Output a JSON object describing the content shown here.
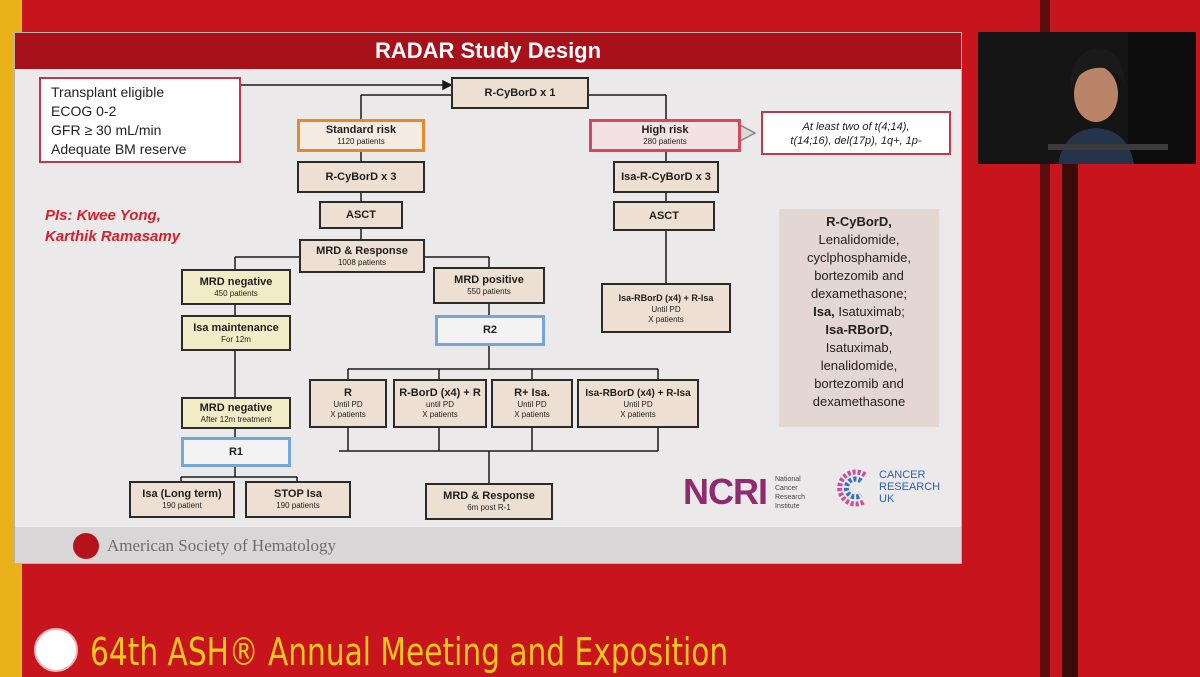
{
  "slide": {
    "title": "RADAR Study Design",
    "eligibility": [
      "Transplant eligible",
      "ECOG 0-2",
      "GFR ≥ 30 mL/min",
      "Adequate BM reserve"
    ],
    "pis": [
      "PIs: Kwee Yong,",
      "Karthik Ramasamy"
    ],
    "high_risk_note": [
      "At least two of t(4;14),",
      "t(14;16), del(17p), 1q+, 1p-"
    ],
    "boxes": {
      "induction": {
        "title": "R-CyBorD x 1"
      },
      "standard_risk": {
        "title": "Standard risk",
        "sub": "1120 patients"
      },
      "high_risk": {
        "title": "High risk",
        "sub": "280 patients"
      },
      "sr_rcybord": {
        "title": "R-CyBorD x 3"
      },
      "hr_isa": {
        "title": "Isa-R-CyBorD x 3"
      },
      "sr_asct": {
        "title": "ASCT"
      },
      "hr_asct": {
        "title": "ASCT"
      },
      "mrd_response": {
        "title": "MRD & Response",
        "sub": "1008 patients"
      },
      "mrd_negative": {
        "title": "MRD negative",
        "sub": "450 patients"
      },
      "mrd_positive": {
        "title": "MRD positive",
        "sub": "550 patients"
      },
      "hr_isarbord": {
        "title": "Isa-RBorD  (x4) + R-Isa",
        "sub1": "Until PD",
        "sub2": "X patients"
      },
      "isa_maintenance": {
        "title": "Isa maintenance",
        "sub": "For 12m"
      },
      "r2": {
        "title": "R2"
      },
      "mrd_negative2": {
        "title": "MRD negative",
        "sub": "After 12m treatment"
      },
      "r1": {
        "title": "R1"
      },
      "arm_r": {
        "title": "R",
        "sub1": "Until PD",
        "sub2": "X patients"
      },
      "arm_rbord": {
        "title": "R-BorD (x4) + R",
        "sub1": "until PD",
        "sub2": "X patients"
      },
      "arm_risa": {
        "title": "R+ Isa.",
        "sub1": "Until PD",
        "sub2": "X patients"
      },
      "arm_isarbord": {
        "title": "Isa-RBorD (x4) + R-Isa",
        "sub1": "Until PD",
        "sub2": "X patients"
      },
      "isa_long": {
        "title": "Isa (Long term)",
        "sub": "190 patient"
      },
      "stop_isa": {
        "title": "STOP Isa",
        "sub": "190 patients"
      },
      "mrd_response2": {
        "title": "MRD & Response",
        "sub": "6m post R-1"
      }
    },
    "legend": [
      {
        "b": "R-CyBorD,",
        "t": ""
      },
      {
        "b": "",
        "t": "Lenalidomide,"
      },
      {
        "b": "",
        "t": "cyclphosphamide,"
      },
      {
        "b": "",
        "t": "bortezomib and"
      },
      {
        "b": "",
        "t": "dexamethasone;"
      },
      {
        "b": "Isa,",
        "t": " Isatuximab;"
      },
      {
        "b": "Isa-RBorD,",
        "t": ""
      },
      {
        "b": "",
        "t": "Isatuximab,"
      },
      {
        "b": "",
        "t": "lenalidomide,"
      },
      {
        "b": "",
        "t": "bortezomib and"
      },
      {
        "b": "",
        "t": "dexamethasone"
      }
    ],
    "footer": "American Society of Hematology",
    "ncri": "NCRI",
    "ncri_sub": [
      "National",
      "Cancer",
      "Research",
      "Institute"
    ],
    "cruk": [
      "CANCER",
      "RESEARCH",
      "UK"
    ]
  },
  "banner": "64th ASH® Annual Meeting and Exposition",
  "colors": {
    "background": "#c8141c",
    "title_bar": "#a8111a",
    "pis": "#d2222c",
    "banner": "#f2c81a"
  }
}
